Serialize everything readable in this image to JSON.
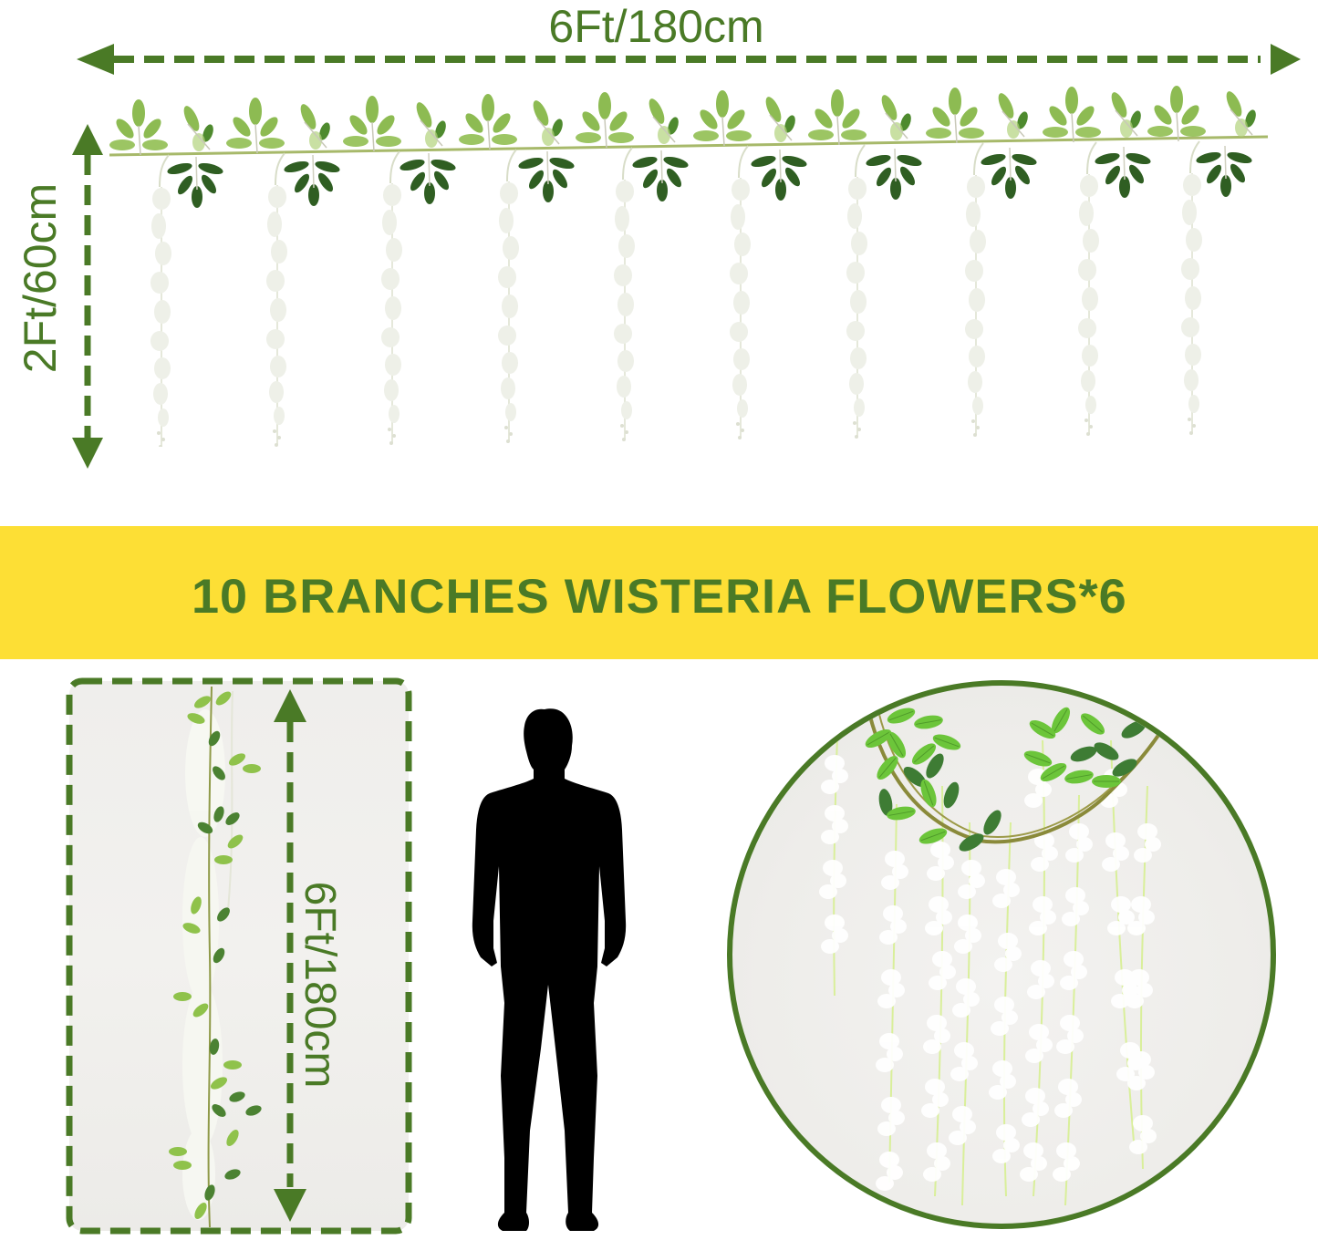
{
  "colors": {
    "green": "#4a7a26",
    "yellow": "#fddf35",
    "leaf_light": "#8dbb52",
    "leaf_dark": "#2f5e22",
    "vine": "#a7b96a",
    "flower": "#f4f5ef"
  },
  "top_diagram": {
    "width_label": "6Ft/180cm",
    "height_label": "2Ft/60cm",
    "arrow_width": "double-arrow-horizontal",
    "arrow_height": "double-arrow-vertical",
    "hanging_strands": 10
  },
  "banner": {
    "text": "10 BRANCHES WISTERIA FLOWERS*6"
  },
  "length_panel": {
    "length_label": "6Ft/180cm",
    "arrow": "double-arrow-vertical"
  },
  "size_reference": {
    "figure": "person-silhouette"
  },
  "detail_view": {
    "shape": "circle",
    "subject": "wisteria-closeup"
  }
}
